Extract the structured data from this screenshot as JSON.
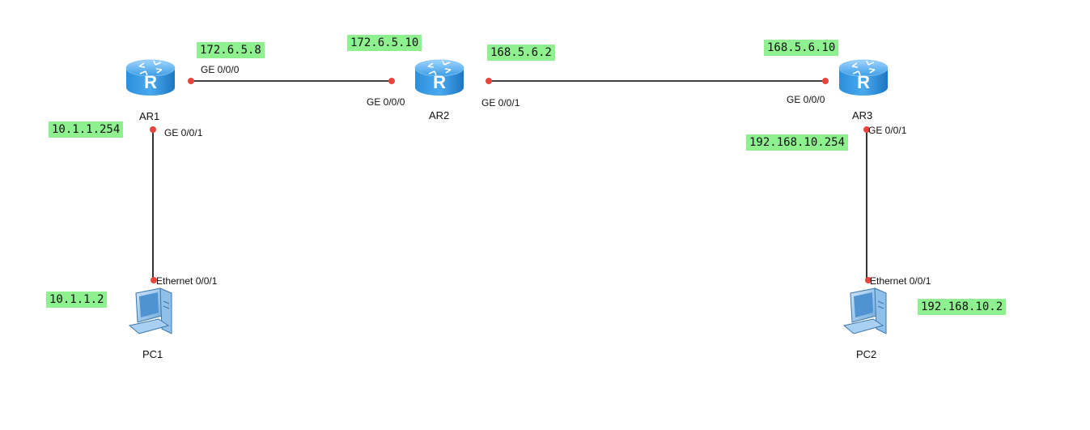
{
  "colors": {
    "link": "#000000",
    "port_dot": "#e8453c",
    "ip_bg": "#8ef08e",
    "router_body": "#1e88d8"
  },
  "devices": {
    "ar1": {
      "label": "AR1",
      "icon": "router-icon"
    },
    "ar2": {
      "label": "AR2",
      "icon": "router-icon"
    },
    "ar3": {
      "label": "AR3",
      "icon": "router-icon"
    },
    "pc1": {
      "label": "PC1",
      "icon": "pc-icon"
    },
    "pc2": {
      "label": "PC2",
      "icon": "pc-icon"
    }
  },
  "ports": {
    "ar1_g000": "GE 0/0/0",
    "ar1_g001": "GE 0/0/1",
    "ar2_g000": "GE 0/0/0",
    "ar2_g001": "GE 0/0/1",
    "ar3_g000": "GE 0/0/0",
    "ar3_g001": "GE 0/0/1",
    "pc1_eth": "Ethernet 0/0/1",
    "pc2_eth": "Ethernet 0/0/1"
  },
  "ips": {
    "ar1_g000": "172.6.5.8",
    "ar2_g000": "172.6.5.10",
    "ar2_g001": "168.5.6.2",
    "ar3_g000": "168.5.6.10",
    "ar1_g001": "10.1.1.254",
    "ar3_g001": "192.168.10.254",
    "pc1": "10.1.1.2",
    "pc2": "192.168.10.2"
  }
}
